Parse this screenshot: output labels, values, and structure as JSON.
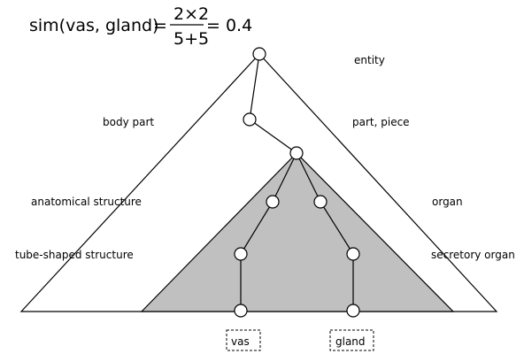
{
  "formula": {
    "lhs": "sim(vas, gland)",
    "equals": "=",
    "numerator": "2×2",
    "denominator": "5+5",
    "result": "= 0.4"
  },
  "hierarchy_labels": {
    "left": [
      "body part",
      "anatomical structure",
      "tube-shaped structure"
    ],
    "right": [
      "entity",
      "part, piece",
      "organ",
      "secretory organ"
    ]
  },
  "leaves": {
    "left": "vas",
    "right": "gland"
  },
  "colors": {
    "shaded_region": "#c0c0c0",
    "stroke": "#000000",
    "node_fill": "#ffffff"
  }
}
